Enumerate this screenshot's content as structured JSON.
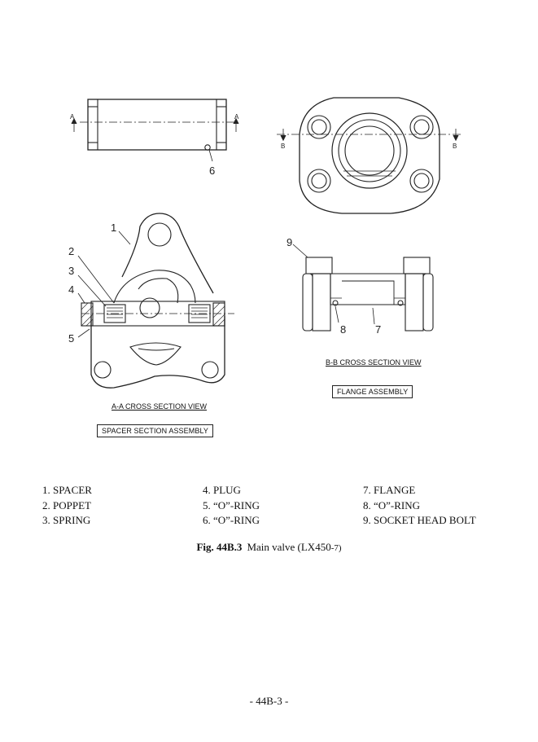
{
  "drawing": {
    "callouts": [
      "1",
      "2",
      "3",
      "4",
      "5",
      "6",
      "7",
      "8",
      "9"
    ],
    "section_marks": {
      "a": "A",
      "b": "B"
    },
    "aa_caption": "A-A CROSS SECTION VIEW",
    "spacer_box": "SPACER SECTION ASSEMBLY",
    "bb_caption": "B-B CROSS SECTION VIEW",
    "flange_box": "FLANGE ASSEMBLY"
  },
  "parts_list": [
    "1. SPACER",
    "4. PLUG",
    "7. FLANGE",
    "2. POPPET",
    "5. “O”-RING",
    "8. “O”-RING",
    "3. SPRING",
    "6. “O”-RING",
    "9. SOCKET HEAD BOLT"
  ],
  "figure": {
    "number": "Fig.  44B.3",
    "title_main": "Main valve (LX450",
    "title_suffix": "-7)"
  },
  "page_number": "- 44B-3 -"
}
